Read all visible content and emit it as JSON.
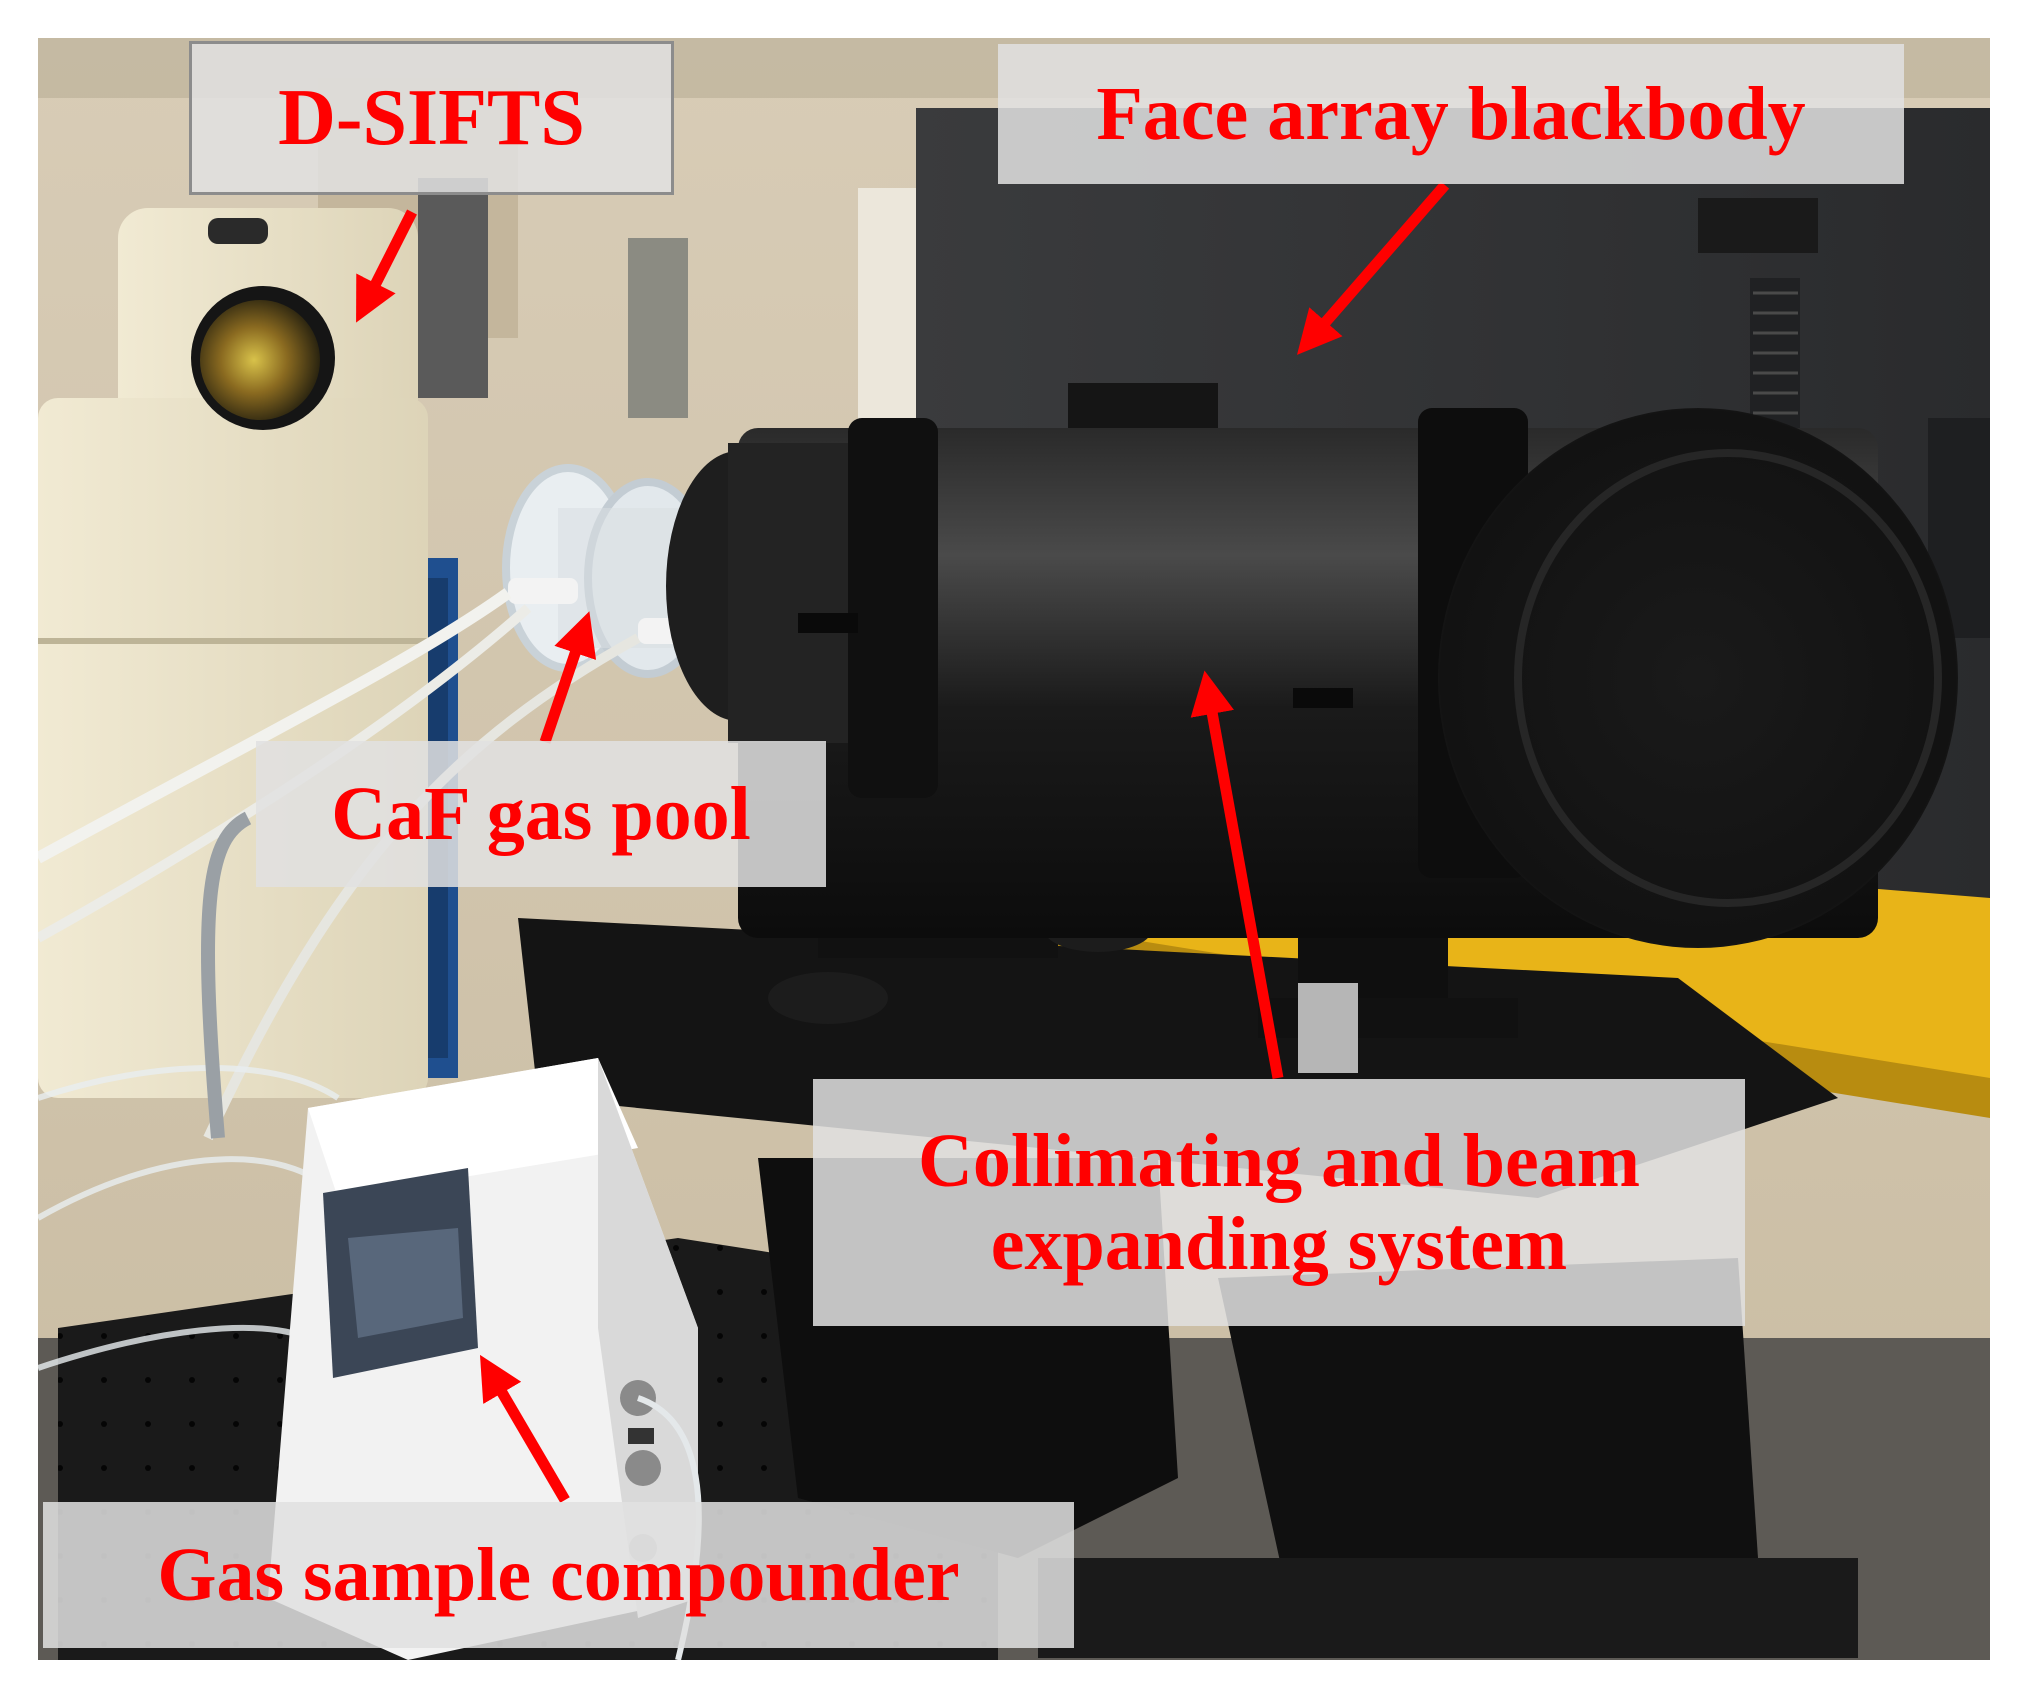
{
  "figure": {
    "background_color": "#ffffff",
    "label_text_color": "#ff0000",
    "label_box_color": "#e1e1e1",
    "arrow_color": "#ff0000"
  },
  "labels": {
    "dsifts": "D-SIFTS",
    "blackbody": "Face array blackbody",
    "gas_pool": "CaF gas pool",
    "collimating_line1": "Collimating and beam",
    "collimating_line2": "expanding system",
    "compounder": "Gas sample compounder"
  },
  "scene": {
    "objects": [
      "d-sifts-spectrometer",
      "face-array-blackbody",
      "caf-gas-pool",
      "collimating-beam-expanding-tube",
      "gas-sample-compounder",
      "optical-table"
    ]
  }
}
